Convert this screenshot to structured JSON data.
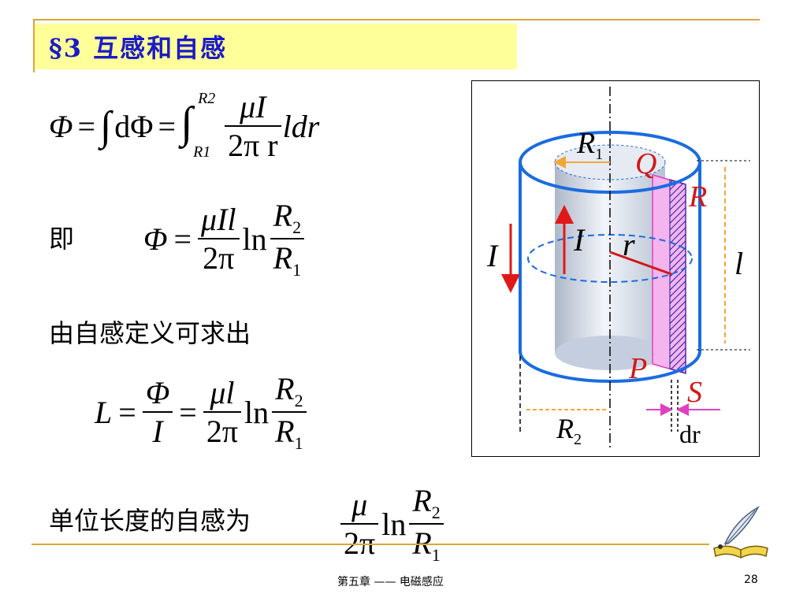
{
  "header": {
    "title": "§3 互感和自感"
  },
  "formula1": {
    "phi": "Φ",
    "eq": "=",
    "integral": "∫",
    "d_phi": "dΦ",
    "lower": "R1",
    "upper": "R2",
    "num": "μI",
    "den": "2π r",
    "tail": "ldr"
  },
  "formula2": {
    "prefix": "即",
    "num": "μIl",
    "den": "2π",
    "ln": "ln",
    "rnum_main": "R",
    "rnum_sub": "2",
    "rden_main": "R",
    "rden_sub": "1"
  },
  "text_derive": "由自感定义可求出",
  "formula3": {
    "lhs": "L",
    "phi": "Φ",
    "i": "I",
    "num": "μl",
    "den": "2π",
    "ln": "ln"
  },
  "text_unit": "单位长度的自感为",
  "formula4": {
    "num": "μ",
    "den": "2π",
    "ln": "ln"
  },
  "figure": {
    "labels": {
      "R1": "R",
      "R1_sub": "1",
      "Q": "Q",
      "R": "R",
      "I_left": "I",
      "I_inner": "I",
      "r": "r",
      "l": "l",
      "P": "P",
      "S": "S",
      "R2": "R",
      "R2_sub": "2",
      "dr": "dr"
    },
    "colors": {
      "outer_cylinder": "#1a6ce0",
      "inner_cylinder": "#c9d2e0",
      "shaded_strip": "#e36fd6",
      "current_arrow": "#e01818",
      "dim_lines": "#f4a63a",
      "label_red": "#d01818"
    }
  },
  "footer": {
    "chapter": "第五章 —— 电磁感应",
    "page": "28"
  },
  "colors": {
    "title_band": "#ffff99",
    "title_text": "#1b1bc8",
    "rules": "#d9a53a"
  }
}
